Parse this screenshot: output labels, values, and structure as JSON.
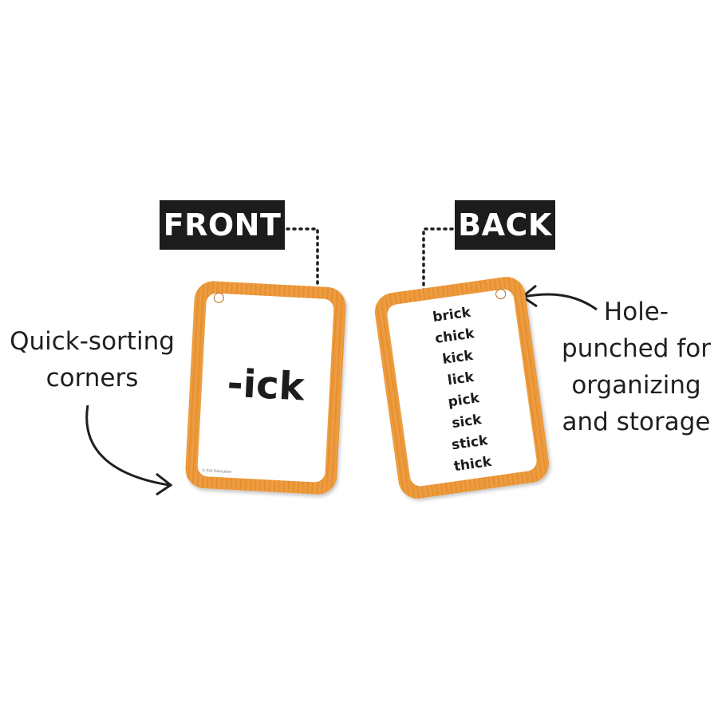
{
  "labels": {
    "front": "FRONT",
    "back": "BACK"
  },
  "front_card": {
    "word": "-ick",
    "copyright": "© EAI Education"
  },
  "back_card": {
    "words": [
      "brick",
      "chick",
      "kick",
      "lick",
      "pick",
      "sick",
      "stick",
      "thick"
    ]
  },
  "callouts": {
    "left": [
      "Quick-sorting",
      "corners"
    ],
    "right": [
      "Hole-",
      "punched for",
      "organizing",
      "and storage"
    ]
  },
  "colors": {
    "card_frame": "#e9922f",
    "tag_background": "#1c1c1c",
    "text": "#1f1f1f"
  }
}
